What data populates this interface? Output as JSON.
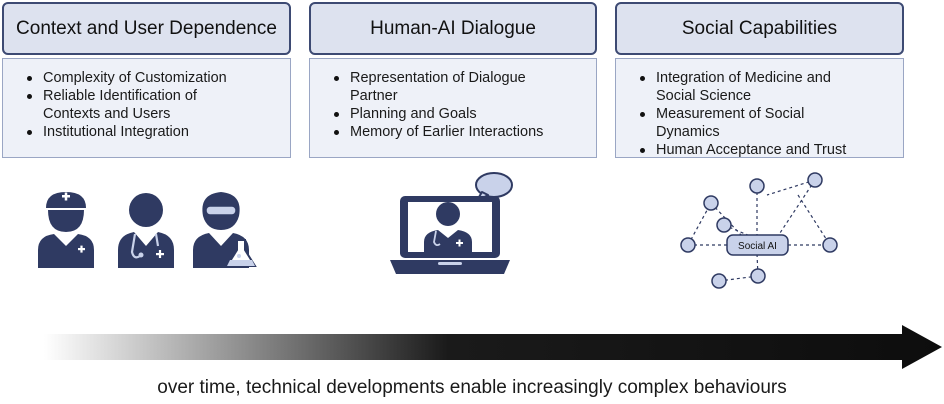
{
  "colors": {
    "panel_header_fill": "#dde2ef",
    "panel_header_border": "#3d4a73",
    "panel_body_fill": "#eef1f8",
    "icon_navy": "#2f3a62",
    "icon_light": "#c9d2ea",
    "arrow_dark": "#111111"
  },
  "panels": [
    {
      "title": "Context and User Dependence",
      "items": [
        "Complexity of Customization",
        "Reliable Identification of",
        "Contexts and Users",
        "Institutional Integration"
      ]
    },
    {
      "title": "Human-AI Dialogue",
      "items": [
        "Representation of Dialogue",
        "Partner",
        "Planning and Goals",
        "Memory of Earlier Interactions"
      ]
    },
    {
      "title": "Social Capabilities",
      "items": [
        "Integration of Medicine and",
        "Social Science",
        "Measurement of Social",
        "Dynamics",
        "Human Acceptance and Trust"
      ]
    }
  ],
  "illustrations": {
    "people_icons": [
      "nurse-icon",
      "doctor-icon",
      "scientist-icon"
    ],
    "laptop_icon": "laptop-doctor-icon",
    "network_center_label": "Social AI"
  },
  "caption": "over time, technical developments enable increasingly complex behaviours"
}
